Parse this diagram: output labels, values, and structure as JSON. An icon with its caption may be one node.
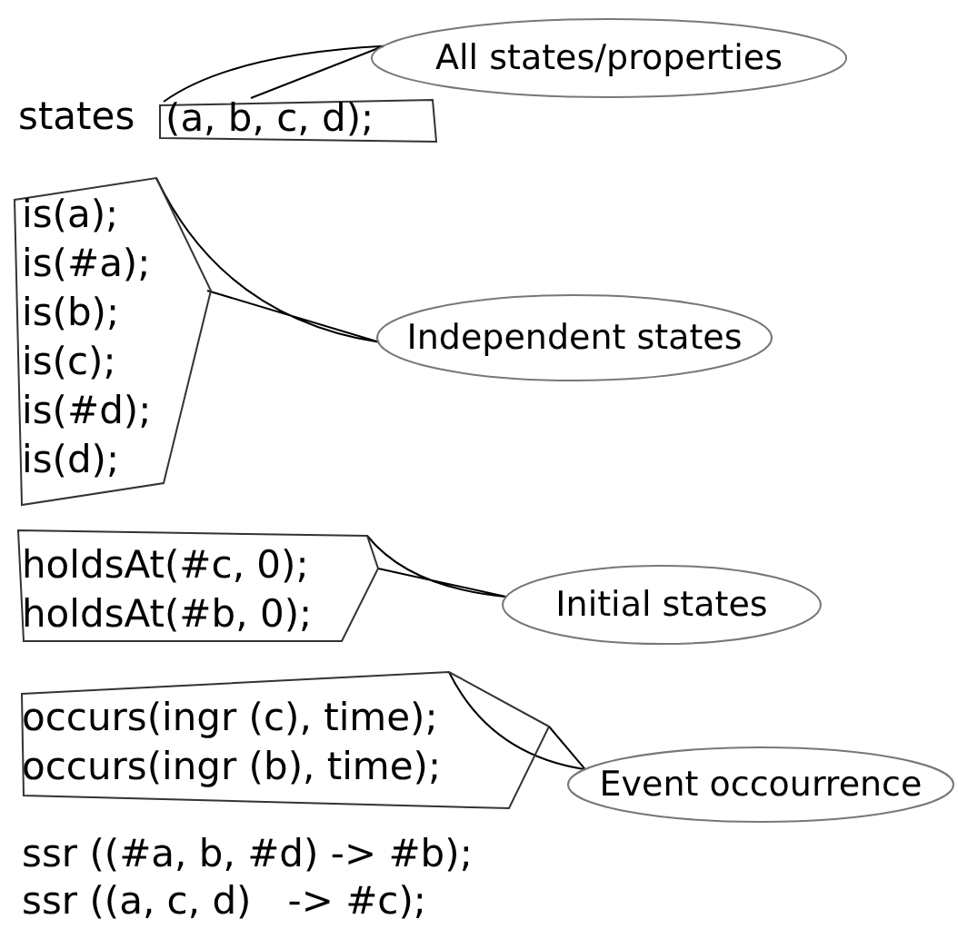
{
  "diagram": {
    "nodes": [
      {
        "text": [
          "All states/properties"
        ]
      },
      {
        "text": [
          "(a, b, c, d);"
        ]
      },
      {
        "text": [
          "is(a);",
          "is(#a);",
          "is(b);",
          "is(c);",
          "is(#d);",
          "is(d);"
        ]
      },
      {
        "text": [
          "Independent states"
        ]
      },
      {
        "text": [
          "holdsAt(#c, 0);",
          "holdsAt(#b, 0);"
        ]
      },
      {
        "text": [
          "Initial states"
        ]
      },
      {
        "text": [
          "occurs(ingr (c), time);",
          "occurs(ingr (b), time);"
        ]
      },
      {
        "text": [
          "Event occourrence"
        ]
      }
    ],
    "edges": [
      {
        "from": 1,
        "to": 0,
        "arrow": "none"
      },
      {
        "from": 2,
        "to": 3,
        "arrow": "none"
      },
      {
        "from": 4,
        "to": 5,
        "arrow": "none"
      },
      {
        "from": 6,
        "to": 7,
        "arrow": "none"
      }
    ],
    "labels": [
      "states",
      "ssr ((#a, b, #d) -> #b);",
      "ssr ((a, c, d)   -> #c);"
    ]
  }
}
